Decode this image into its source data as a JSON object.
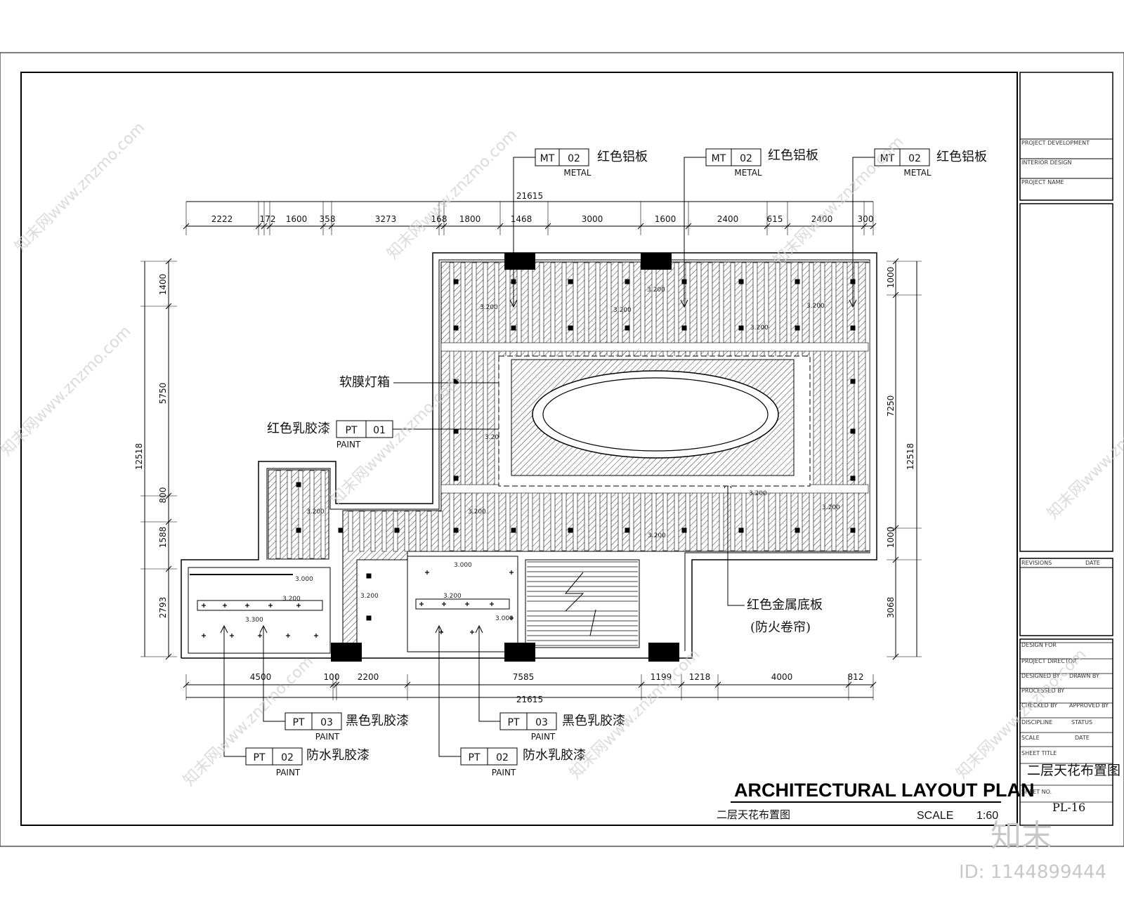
{
  "drawing": {
    "title": "ARCHITECTURAL LAYOUT PLAN",
    "subtitle": "二层天花布置图",
    "scale_label": "SCALE",
    "scale_value": "1:60",
    "sheet_no": "PL-16",
    "sheet_title": "二层天花布置图"
  },
  "dims_top": {
    "overall": "21615",
    "segments": [
      "2222",
      "172",
      "1600",
      "358",
      "3273",
      "168",
      "1800",
      "1468",
      "3000",
      "1600",
      "2400",
      "615",
      "2400",
      "300"
    ]
  },
  "dims_bottom": {
    "overall": "21615",
    "segments": [
      "4500",
      "100",
      "2200",
      "7585",
      "1199",
      "1218",
      "4000",
      "812"
    ]
  },
  "dims_left": {
    "overall": "12518",
    "segments": [
      "1400",
      "5750",
      "800",
      "1588",
      "2793"
    ]
  },
  "dims_right": {
    "overall": "12518",
    "segments": [
      "1000",
      "7250",
      "1000",
      "3068"
    ]
  },
  "tags": [
    {
      "code": "MT",
      "num": "02",
      "material": "METAL",
      "desc": "红色铝板"
    },
    {
      "code": "MT",
      "num": "02",
      "material": "METAL",
      "desc": "红色铝板"
    },
    {
      "code": "MT",
      "num": "02",
      "material": "METAL",
      "desc": "红色铝板"
    },
    {
      "code": "PT",
      "num": "01",
      "material": "PAINT",
      "desc": "红色乳胶漆"
    },
    {
      "code": "PT",
      "num": "03",
      "material": "PAINT",
      "desc": "黑色乳胶漆"
    },
    {
      "code": "PT",
      "num": "02",
      "material": "PAINT",
      "desc": "防水乳胶漆"
    },
    {
      "code": "PT",
      "num": "03",
      "material": "PAINT",
      "desc": "黑色乳胶漆"
    },
    {
      "code": "PT",
      "num": "02",
      "material": "PAINT",
      "desc": "防水乳胶漆"
    }
  ],
  "notes": {
    "lightbox": "软膜灯箱",
    "fire_shutter_1": "红色金属底板",
    "fire_shutter_2": "(防火卷帘)"
  },
  "elevations": [
    "3.200",
    "3.000",
    "3.300"
  ],
  "title_block": {
    "rows": [
      "PROJECT DEVELOPMENT",
      "INTERIOR DESIGN",
      "PROJECT NAME",
      "REVISIONS",
      "DATE",
      "DESIGN FOR",
      "PROJECT DIRECTOR",
      "DESIGNED BY",
      "DRAWN BY",
      "PROCESSED BY",
      "CHECKED BY",
      "APPROVED BY",
      "DISCIPLINE",
      "STATUS",
      "SCALE",
      "DATE",
      "SHEET TITLE",
      "SHEET NO."
    ]
  },
  "watermark": {
    "text": "知末网www.znzmo.com",
    "logo": "知末",
    "id": "ID: 1144899444"
  }
}
